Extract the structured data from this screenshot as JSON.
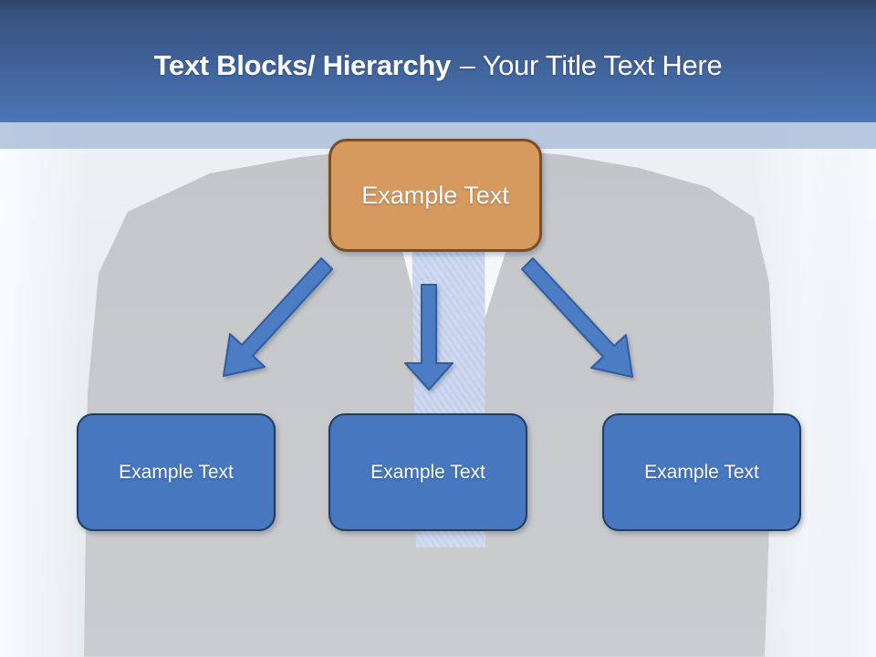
{
  "slide": {
    "header": {
      "title_bold": "Text Blocks/ Hierarchy",
      "title_regular": "– Your Title Text Here"
    },
    "diagram": {
      "root": {
        "label": "Example Text"
      },
      "children": [
        {
          "label": "Example Text"
        },
        {
          "label": "Example Text"
        },
        {
          "label": "Example Text"
        }
      ]
    },
    "colors": {
      "header_top": "#2c4164",
      "header_mid": "#36517d",
      "header_bottom": "#4a75b7",
      "accent_band": "#a9bdd9",
      "root_fill": "#d69a5f",
      "root_border": "#7a4e23",
      "child_fill": "#4677bf",
      "child_border": "#1e3c64",
      "arrow_fill": "#4b7cc4",
      "arrow_stroke": "#305d9e",
      "title_color": "#ffffff"
    }
  }
}
